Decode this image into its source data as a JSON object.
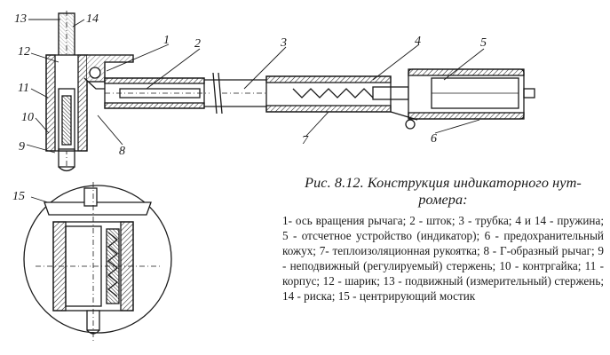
{
  "figure": {
    "callouts": [
      "1",
      "2",
      "3",
      "4",
      "5",
      "6",
      "7",
      "8",
      "9",
      "10",
      "11",
      "12",
      "13",
      "14",
      "15"
    ]
  },
  "caption": {
    "title": "Рис. 8.12. Конструкция индикаторного нут-ромера:",
    "title_line1": "Рис. 8.12. Конструкция индикаторного нут-",
    "title_line2": "ромера:",
    "body": "1- ось вращения рычага; 2 - шток; 3 - трубка; 4 и 14 - пружина; 5 - отсчетное устройство (индикатор); 6 - предохранительный кожух; 7- теплоизоляционная рукоятка; 8 - Г-образный рычаг; 9 - неподвижный (регулируемый) стержень; 10 - контргайка; 11 - корпус; 12 - шарик; 13 - подвижный (измерительный) стержень; 14 - риска; 15 - центрирующий мостик"
  }
}
